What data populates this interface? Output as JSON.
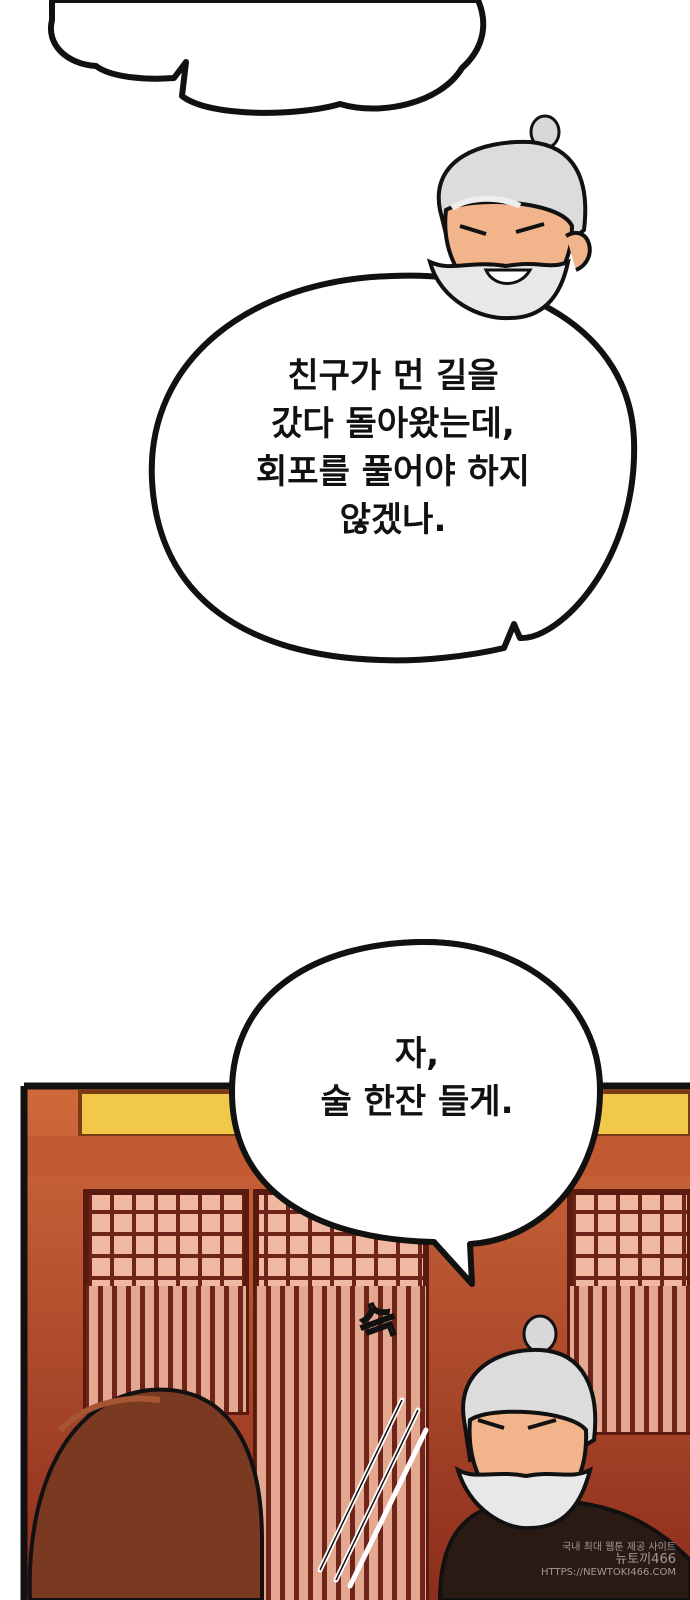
{
  "bubbles": {
    "bubble1": {
      "lines": [
        "친구가 먼 길을",
        "갔다 돌아왔는데,",
        "회포를 풀어야 하지",
        "않겠나."
      ]
    },
    "bubble2": {
      "lines": [
        "자,",
        "술 한잔 들게."
      ]
    }
  },
  "sfx": {
    "text": "슥"
  },
  "watermark": {
    "line1": "국내 최대 웹툰 제공 사이트",
    "line2": "뉴토끼466",
    "line3": "HTTPS://NEWTOKI466.COM"
  },
  "colors": {
    "frame_border": "#111111",
    "wall_red": "#b0442a",
    "beam_gold": "#f2c84a",
    "lattice": "#6e2418",
    "hair_grey": "#d8d8d8",
    "skin": "#f2b48a",
    "robe_dark": "#2a1a14"
  }
}
